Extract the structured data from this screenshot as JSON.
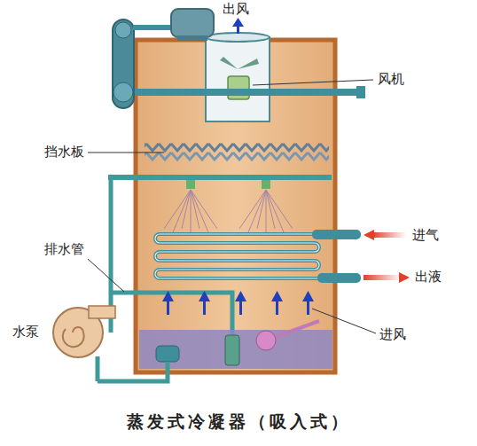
{
  "diagram": {
    "caption": "蒸发式冷凝器（吸入式）",
    "labels": [
      "出风",
      "风机",
      "挡水板",
      "进气",
      "排水管",
      "出液",
      "水泵",
      "进风"
    ]
  }
}
